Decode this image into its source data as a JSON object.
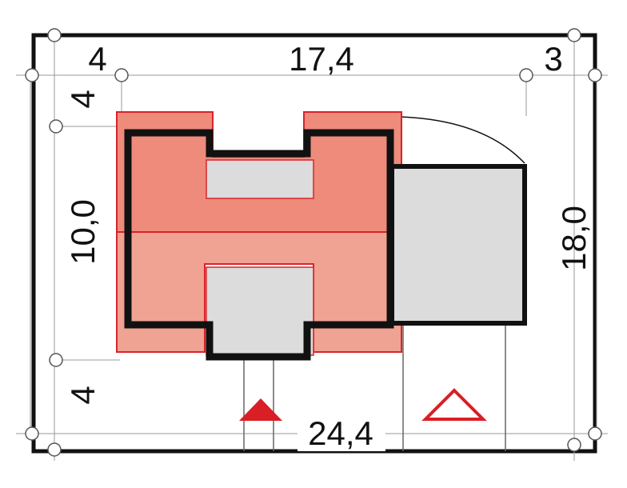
{
  "dimensions": {
    "top_left": "4",
    "top_width": "17,4",
    "top_right": "3",
    "left_top": "4",
    "left_middle": "10,0",
    "left_bottom": "4",
    "right_depth": "18,0",
    "bottom_width": "24,4"
  },
  "colors": {
    "house_fill_upper": "#ee8b7b",
    "house_fill_lower": "#f0a293",
    "house_outline": "#d8242a",
    "wall": "#111111",
    "garage_fill": "#dcdcdc",
    "entry_marker": "#d91f26",
    "garage_marker": "#d91f26"
  },
  "markers": {
    "entry_icon": "filled-triangle",
    "garage_icon": "outline-triangle"
  }
}
